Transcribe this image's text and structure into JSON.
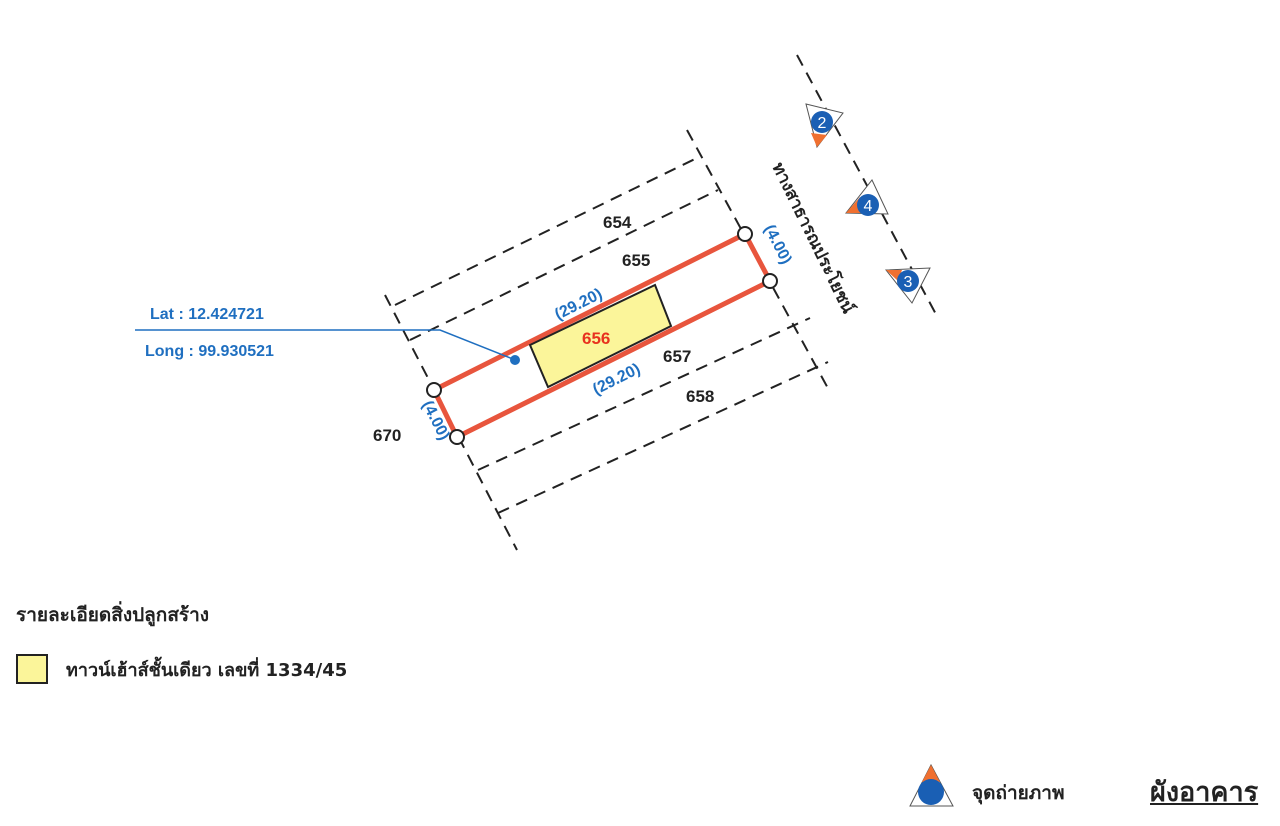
{
  "plan": {
    "lots": {
      "north_outer": "654",
      "north": "655",
      "subject": "656",
      "south": "657",
      "south_outer": "658",
      "west": "670"
    },
    "dimensions": {
      "length_top": "(29.20)",
      "length_bottom": "(29.20)",
      "width_right": "(4.00)",
      "width_left": "(4.00)"
    },
    "road_label": "ทางสาธารณประโยชน์",
    "coordinates": {
      "lat": "Lat : 12.424721",
      "long": "Long : 99.930521"
    },
    "photo_points": [
      "2",
      "4",
      "3"
    ]
  },
  "legend": {
    "title": "รายละเอียดสิ่งปลูกสร้าง",
    "building": "ทาวน์เฮ้าส์ชั้นเดียว เลขที่ 1334/45",
    "photo_point": "จุดถ่ายภาพ"
  },
  "page_title": "ผังอาคาร",
  "colors": {
    "boundary": "#e8553d",
    "building_fill": "#fbf59a",
    "dimension": "#1f6fc0",
    "marker_blue": "#1a5fb4",
    "marker_orange": "#f07030"
  }
}
